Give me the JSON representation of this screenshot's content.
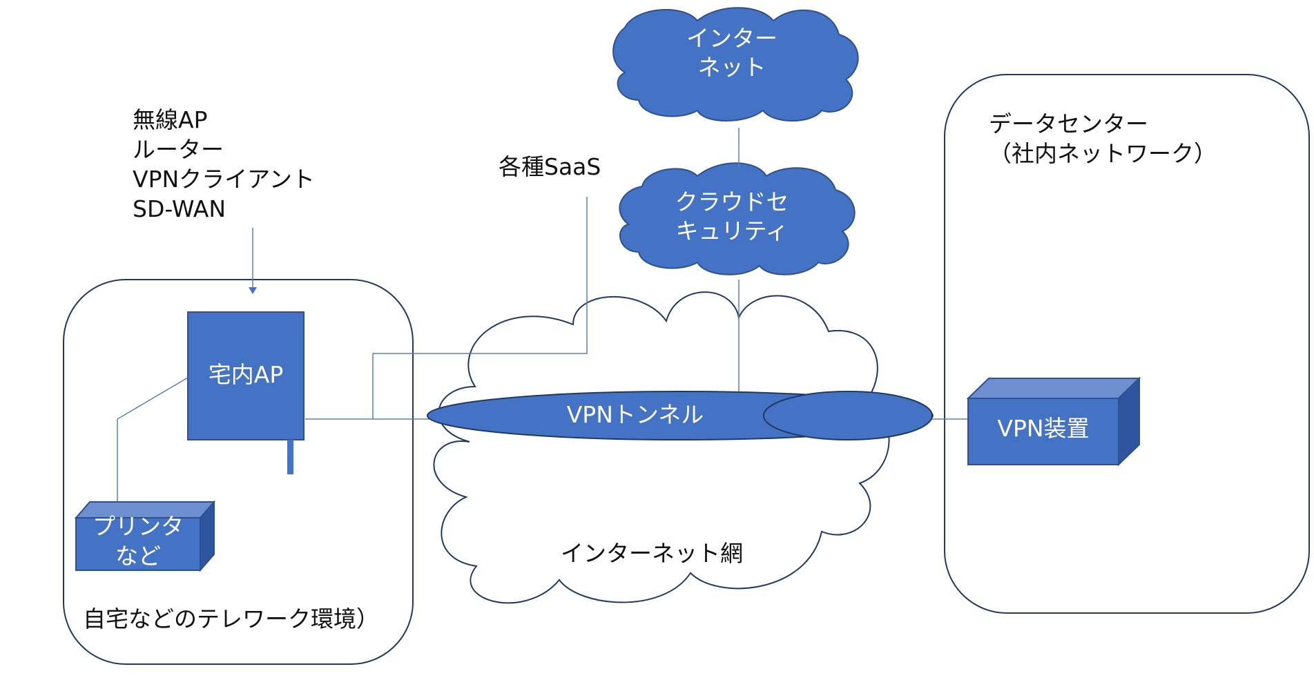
{
  "colors": {
    "shape_fill": "#4472c4",
    "shape_stroke": "#2f4f8f",
    "line": "#5b7fb8",
    "text_dark": "#111111",
    "text_light": "#ffffff"
  },
  "home": {
    "annotation": [
      "無線AP",
      "ルーター",
      "VPNクライアント",
      "SD-WAN"
    ],
    "ap_label": "宅内AP",
    "printer_label": [
      "プリンタ",
      "など"
    ],
    "caption": "自宅などのテレワーク環境）"
  },
  "saas_label": "各種SaaS",
  "clouds": {
    "internet": [
      "インター",
      "ネット"
    ],
    "security": [
      "クラウドセ",
      "キュリティ"
    ],
    "network": "インターネット網"
  },
  "tunnel_label": "VPNトンネル",
  "datacenter": {
    "title": [
      "データセンター",
      "（社内ネットワーク）"
    ],
    "device_label": "VPN装置"
  }
}
